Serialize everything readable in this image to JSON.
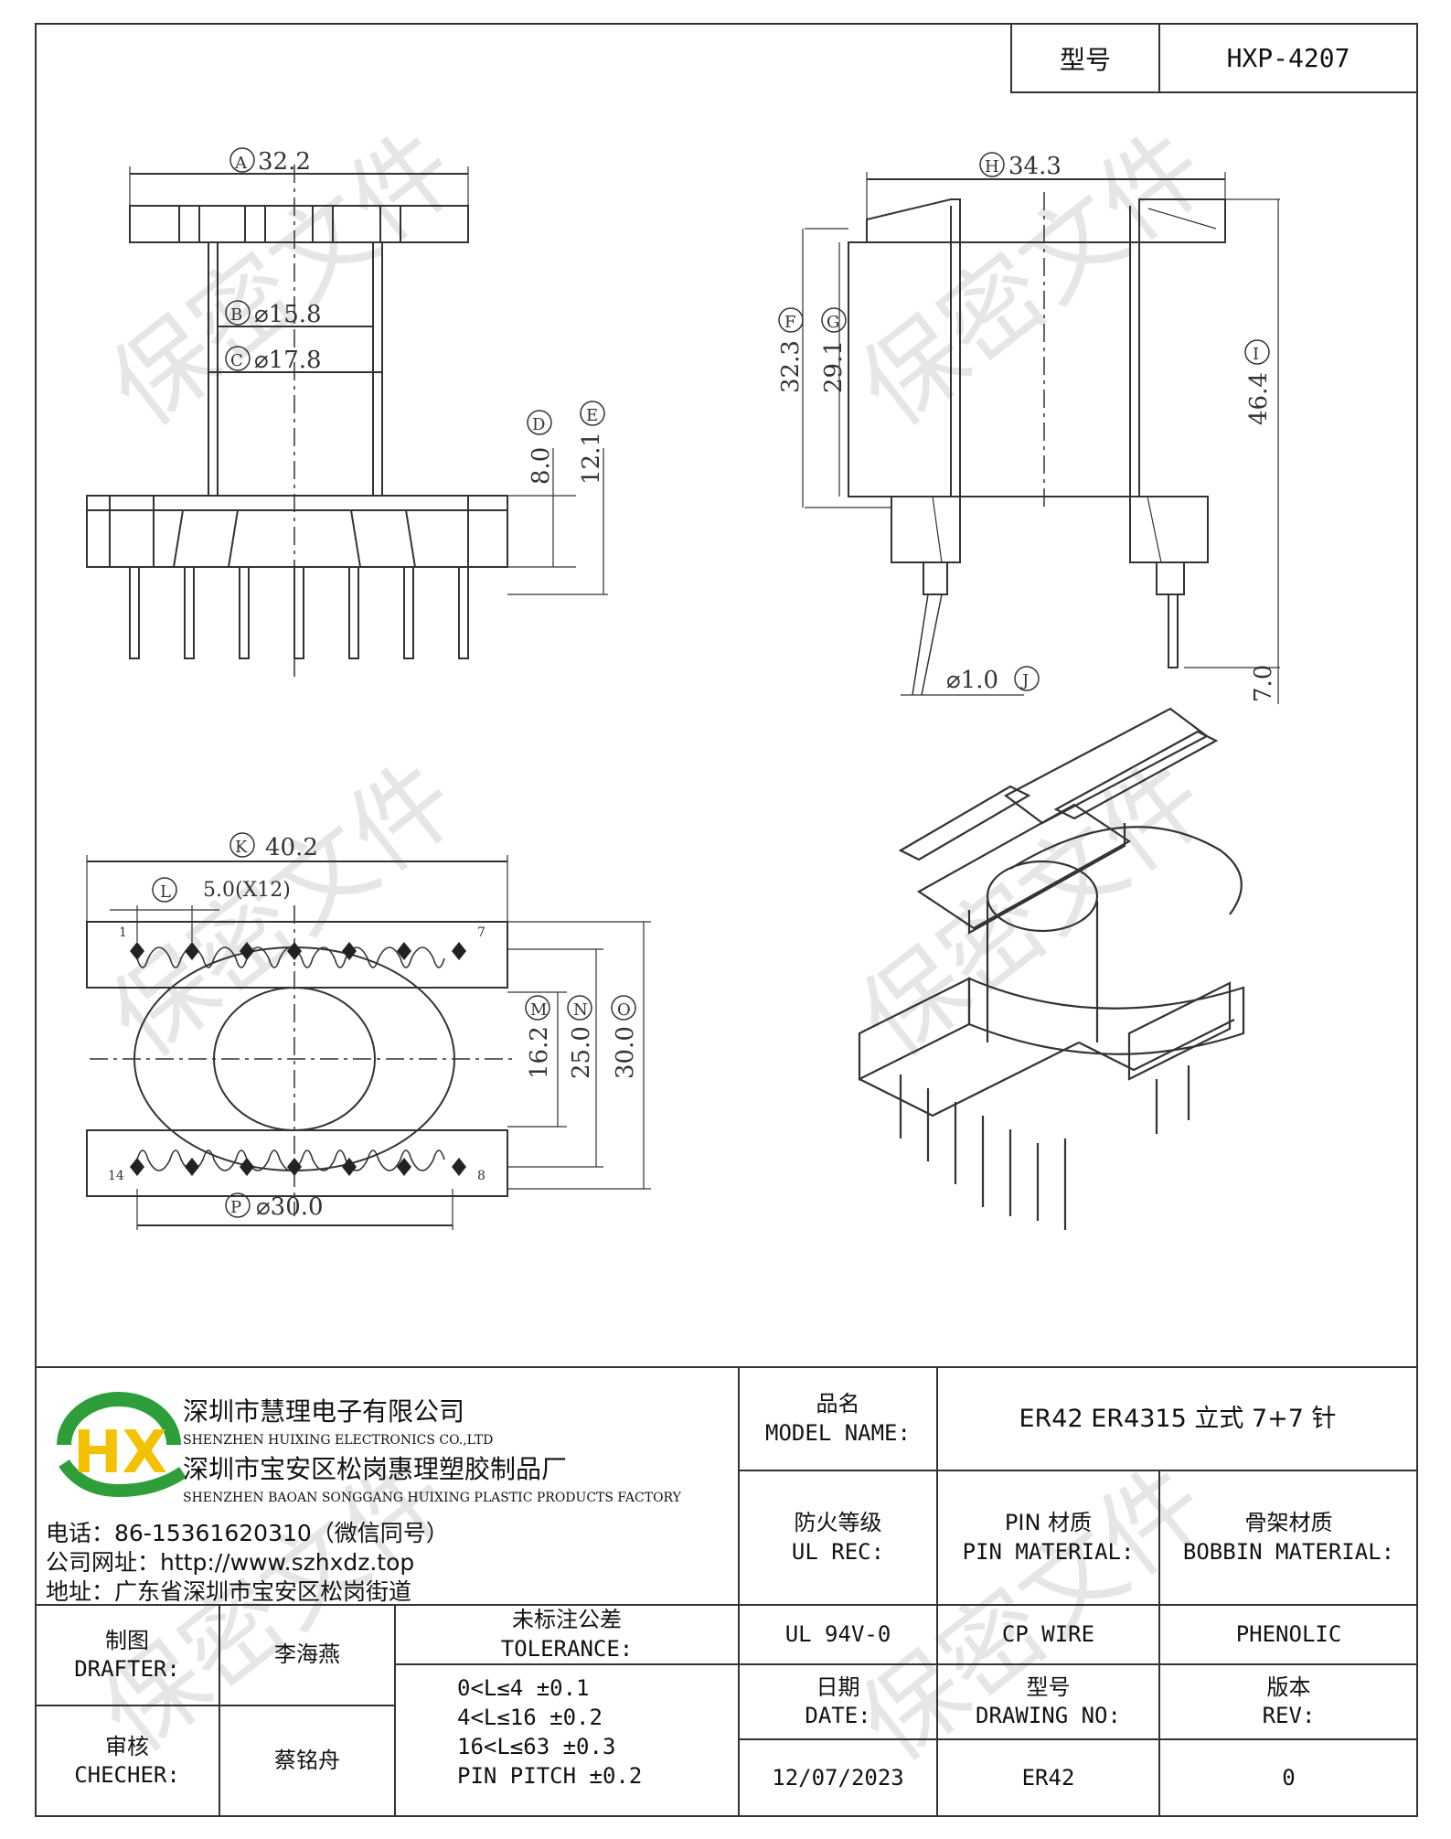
{
  "header": {
    "model_key": "型号",
    "model_value": "HXP-4207"
  },
  "watermark": "保密文件",
  "dimensions": {
    "a": "32.2",
    "b": "⌀15.8",
    "c": "⌀17.8",
    "d": "8.0",
    "e": "12.1",
    "f": "32.3",
    "g": "29.1",
    "h": "34.3",
    "i": "46.4",
    "j": "⌀1.0",
    "pin_len": "7.0",
    "k": "40.2",
    "l": "5.0(X12)",
    "m": "16.2",
    "n": "25.0",
    "o": "30.0",
    "p": "⌀30.0",
    "pin_1": "1",
    "pin_7": "7",
    "pin_8": "8",
    "pin_14": "14"
  },
  "dim_letters": {
    "a": "A",
    "b": "B",
    "c": "C",
    "d": "D",
    "e": "E",
    "f": "F",
    "g": "G",
    "h": "H",
    "i": "I",
    "j": "J",
    "k": "K",
    "l": "L",
    "m": "M",
    "n": "N",
    "o": "O",
    "p": "P"
  },
  "company": {
    "logo_text": "HX",
    "name_cn": "深圳市慧理电子有限公司",
    "name_en": "SHENZHEN HUIXING ELECTRONICS CO.,LTD",
    "factory_cn": "深圳市宝安区松岗惠理塑胶制品厂",
    "factory_en": "SHENZHEN BAOAN SONGGANG HUIXING PLASTIC PRODUCTS FACTORY",
    "phone": "电话：86-15361620310（微信同号）",
    "website": "公司网址：http://www.szhxdz.top",
    "address": "地址：广东省深圳市宝安区松岗街道"
  },
  "title_block": {
    "model_name_cn": "品名",
    "model_name_en": "MODEL NAME:",
    "model_name_value": "ER42 ER4315 立式 7+7 针",
    "ul_rec_cn": "防火等级",
    "ul_rec_en": "UL REC:",
    "pin_material_cn": "PIN 材质",
    "pin_material_en": "PIN MATERIAL:",
    "bobbin_material_cn": "骨架材质",
    "bobbin_material_en": "BOBBIN MATERIAL:",
    "ul_value": "UL 94V-0",
    "pin_value": "CP WIRE",
    "bobbin_value": "PHENOLIC",
    "drafter_cn": "制图",
    "drafter_en": "DRAFTER:",
    "drafter_name": "李海燕",
    "checker_cn": "审核",
    "checker_en": "CHECHER:",
    "checker_name": "蔡铭舟",
    "tolerance_cn": "未标注公差",
    "tolerance_en": "TOLERANCE:",
    "tolerance_rows": [
      "0<L≤4  ±0.1",
      "4<L≤16  ±0.2",
      "16<L≤63  ±0.3",
      "PIN PITCH  ±0.2"
    ],
    "date_cn": "日期",
    "date_en": "DATE:",
    "date_value": "12/07/2023",
    "drawing_cn": "型号",
    "drawing_en": "DRAWING NO:",
    "drawing_value": "ER42",
    "rev_cn": "版本",
    "rev_en": "REV:",
    "rev_value": "0"
  },
  "colors": {
    "line": "#333333",
    "logo_green": "#2e9e3a",
    "logo_yellow": "#f2c200",
    "watermark": "#e6e6e6"
  }
}
